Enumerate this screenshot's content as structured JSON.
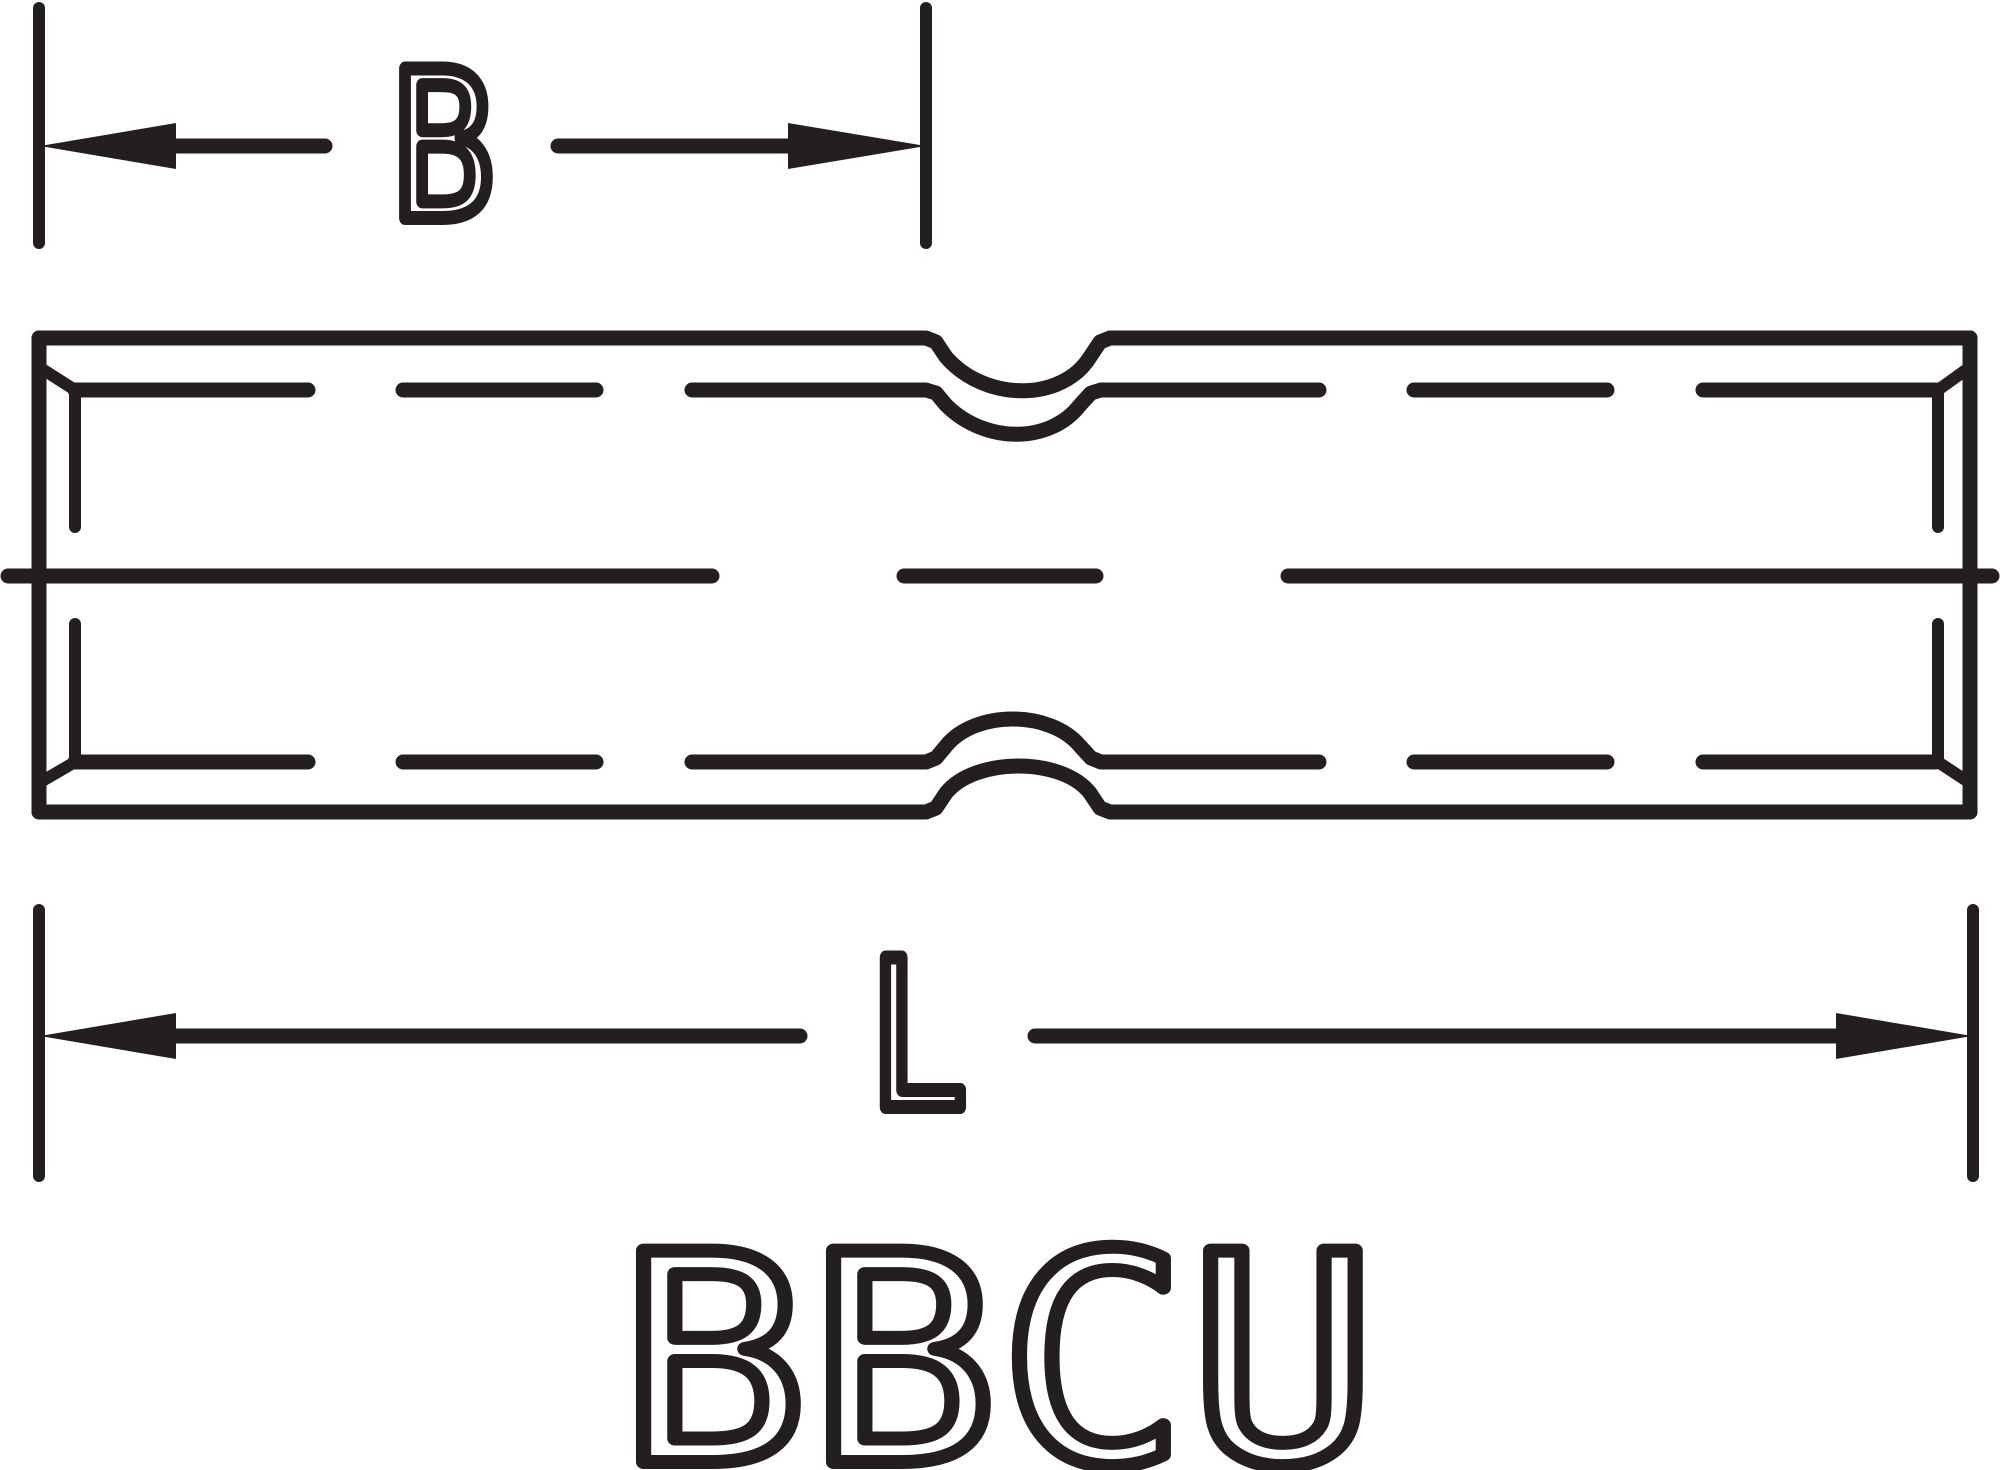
{
  "drawing": {
    "part_number": "BBCU",
    "dimensions": {
      "width_label": "B",
      "length_label": "L"
    },
    "line_color": "#231f20",
    "background_color": "#ffffff"
  }
}
